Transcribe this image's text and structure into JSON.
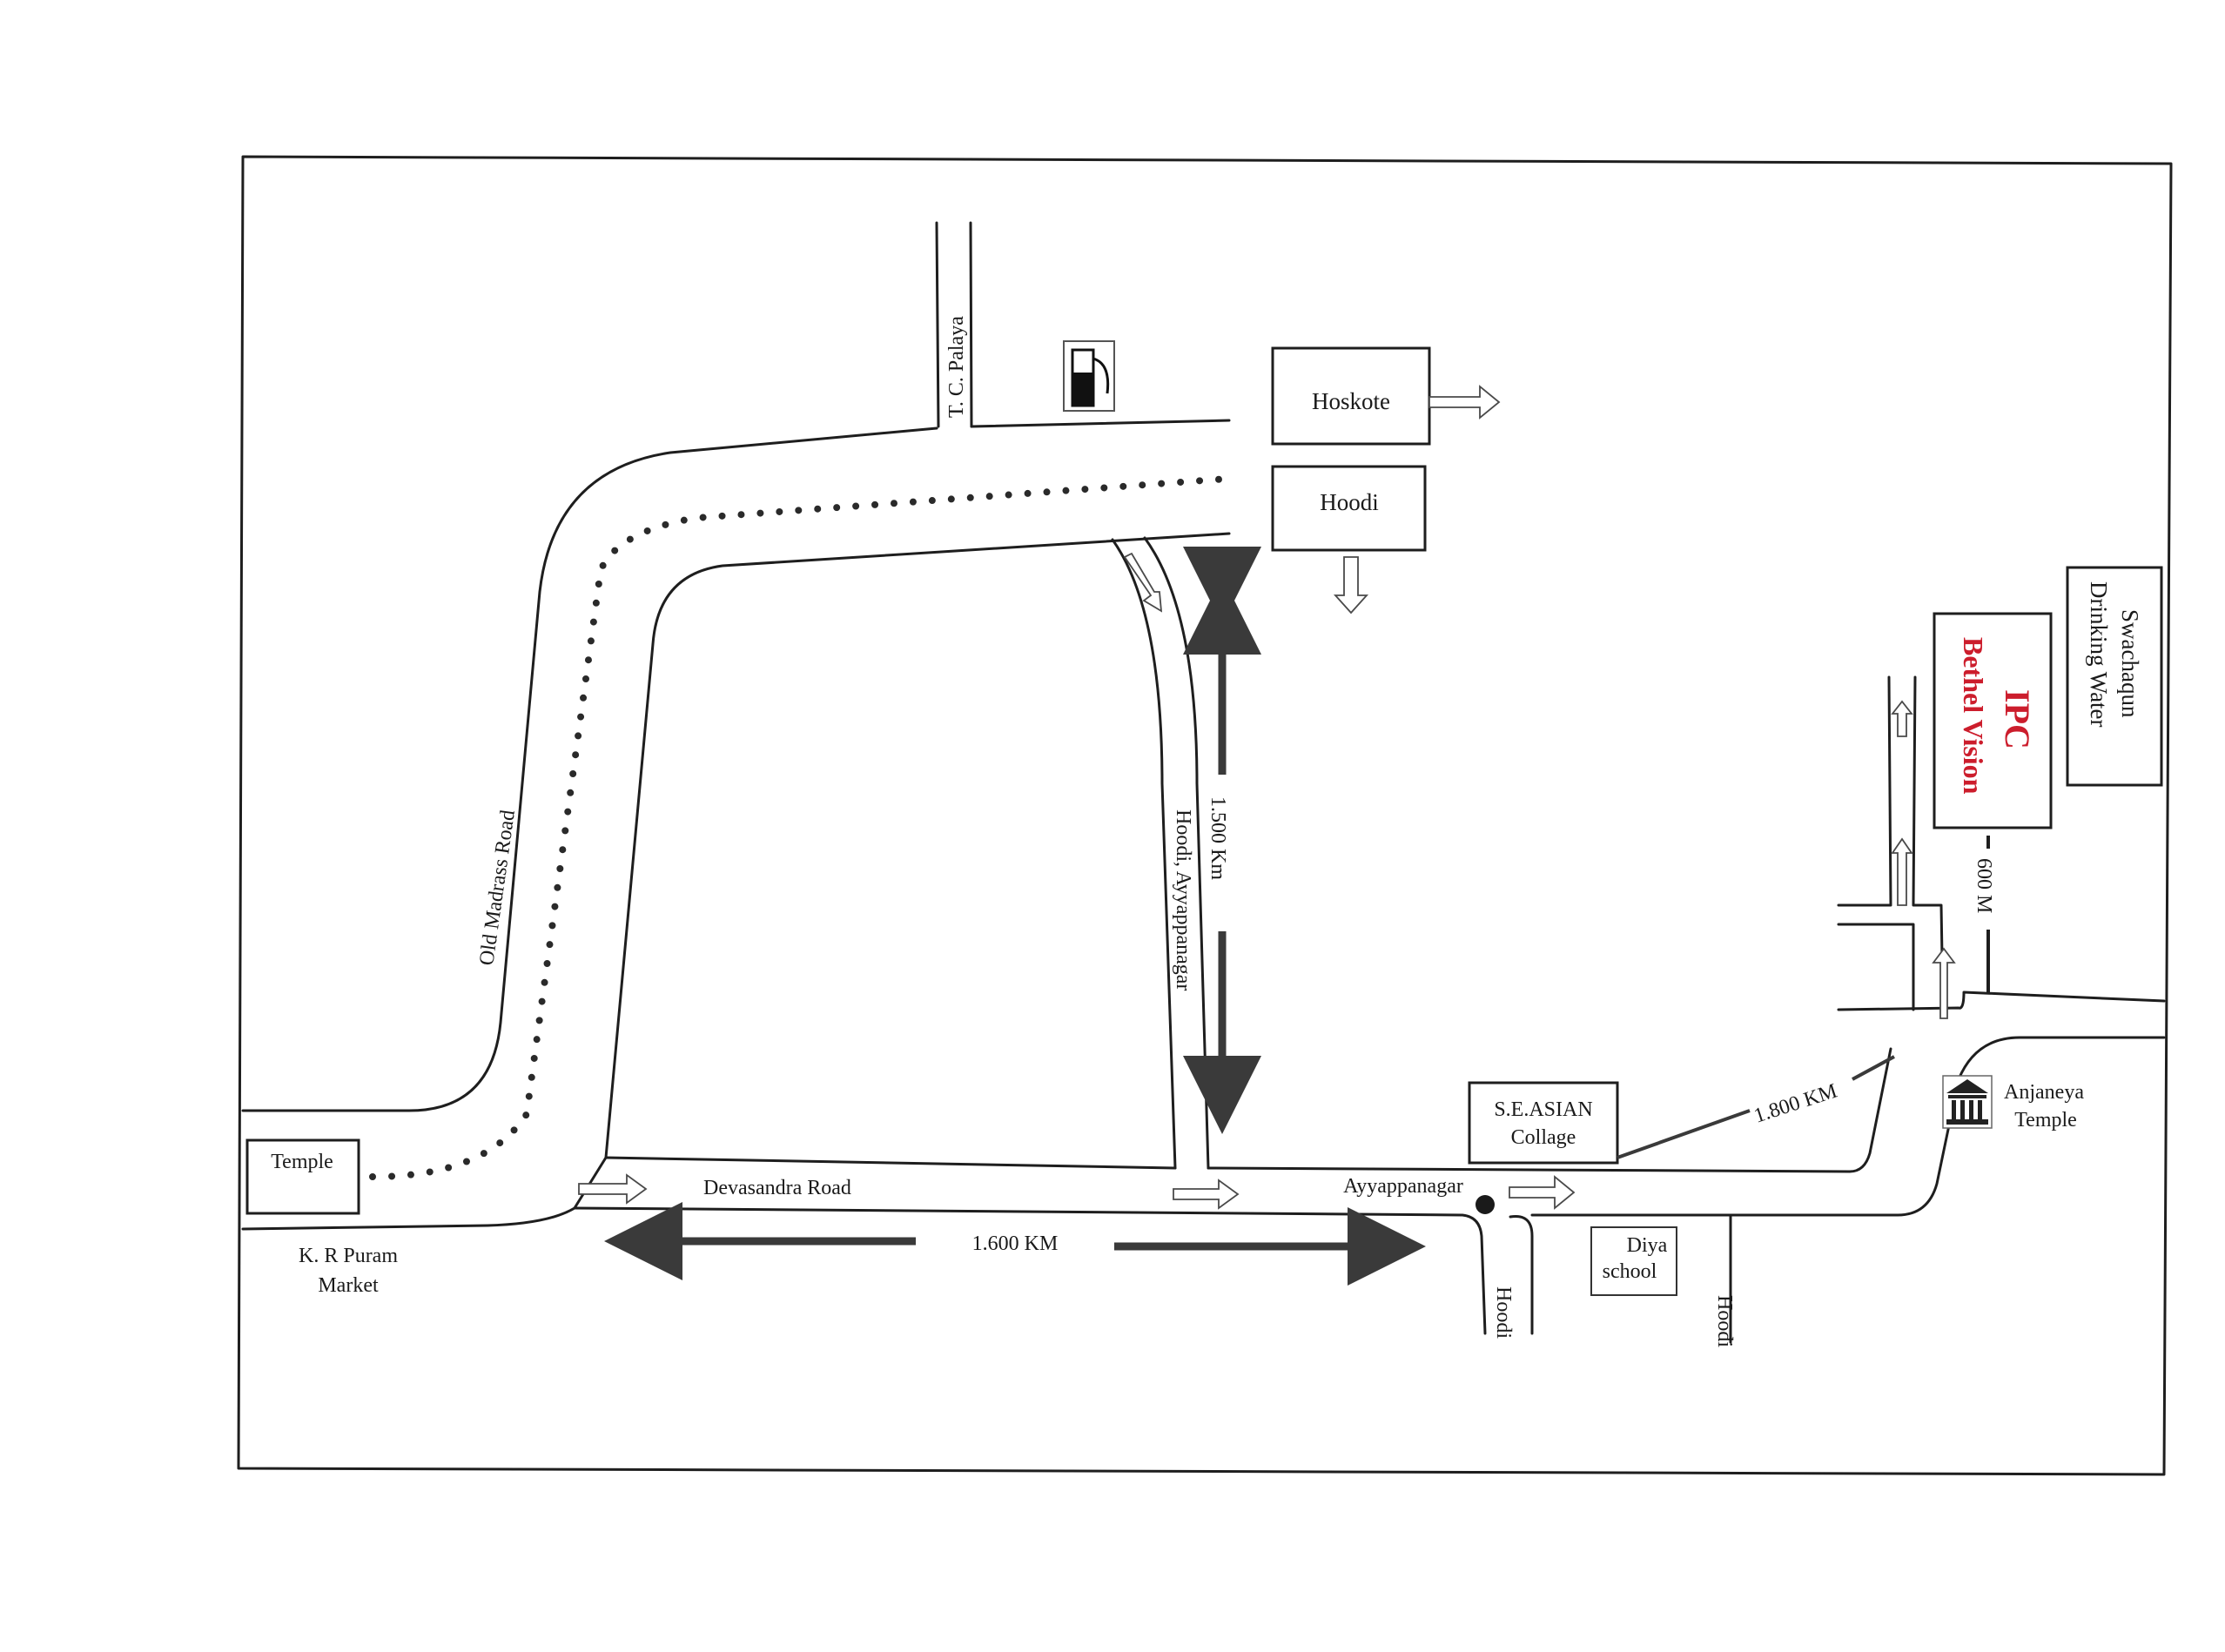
{
  "labels": {
    "tc_palaya": "T. C. Palaya",
    "hoskote": "Hoskote",
    "hoodi_box": "Hoodi",
    "old_madrass_road": "Old Madrass Road",
    "hoodi_ayyappanagar": "Hoodi, Ayyappanagar",
    "dist_1500": "1.500 Km",
    "swachaqun_line1": "Swachaqun",
    "swachaqun_line2": "Drinking Water",
    "ipc_line1": "IPC",
    "ipc_line2": "Bethel Vision",
    "dist_600": "600 M",
    "temple": "Temple",
    "kr_puram_line1": "K. R Puram",
    "kr_puram_line2": "Market",
    "devasandra_road": "Devasandra Road",
    "dist_1600": "1.600 KM",
    "ayyappanagar": "Ayyappanagar",
    "se_asian_line1": "S.E.ASIAN",
    "se_asian_line2": "Collage",
    "dist_1800": "1.800 KM",
    "anjaneya_line1": "Anjaneya",
    "anjaneya_line2": "Temple",
    "diya_line1": "Diya",
    "diya_line2": "school",
    "hoodi_road_1": "Hoodi",
    "hoodi_road_2": "Hoodi"
  },
  "icons": {
    "fuel": "fuel-pump-icon",
    "temple": "temple-building-icon",
    "marker": "location-dot-icon"
  },
  "colors": {
    "ipc_red": "#cc1d2c",
    "line": "#1e1e1e"
  }
}
